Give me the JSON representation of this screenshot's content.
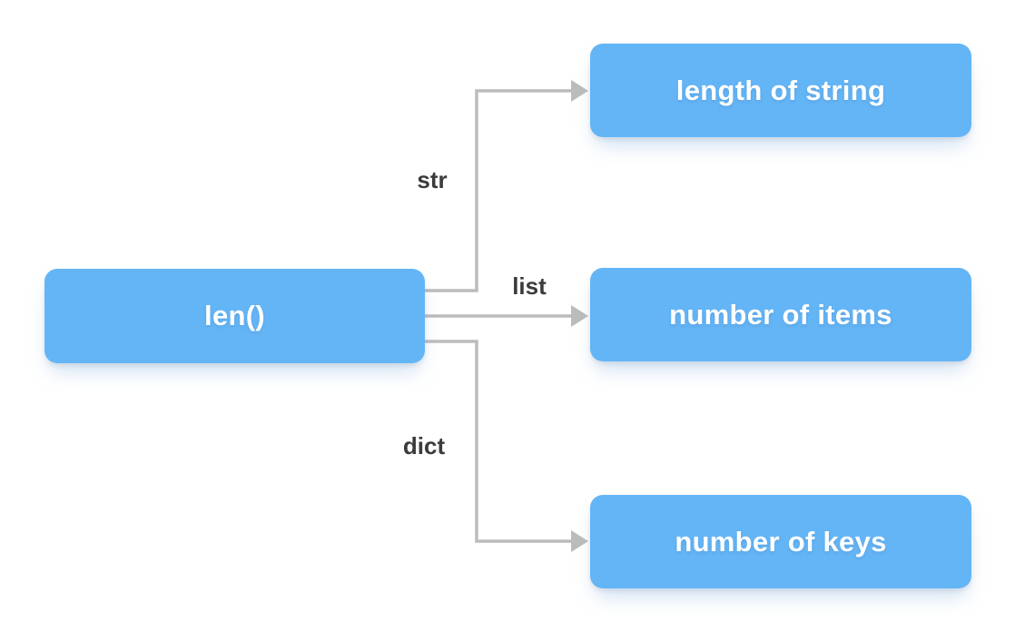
{
  "diagram": {
    "root": {
      "label": "len()"
    },
    "branches": [
      {
        "edge_label": "str",
        "target_label": "length of string"
      },
      {
        "edge_label": "list",
        "target_label": "number of items"
      },
      {
        "edge_label": "dict",
        "target_label": "number of keys"
      }
    ],
    "colors": {
      "node_fill": "#64b5f6",
      "node_text": "#ffffff",
      "arrow": "#bcbcbc",
      "edge_label_text": "#3b3b3b",
      "background": "#ffffff"
    }
  }
}
